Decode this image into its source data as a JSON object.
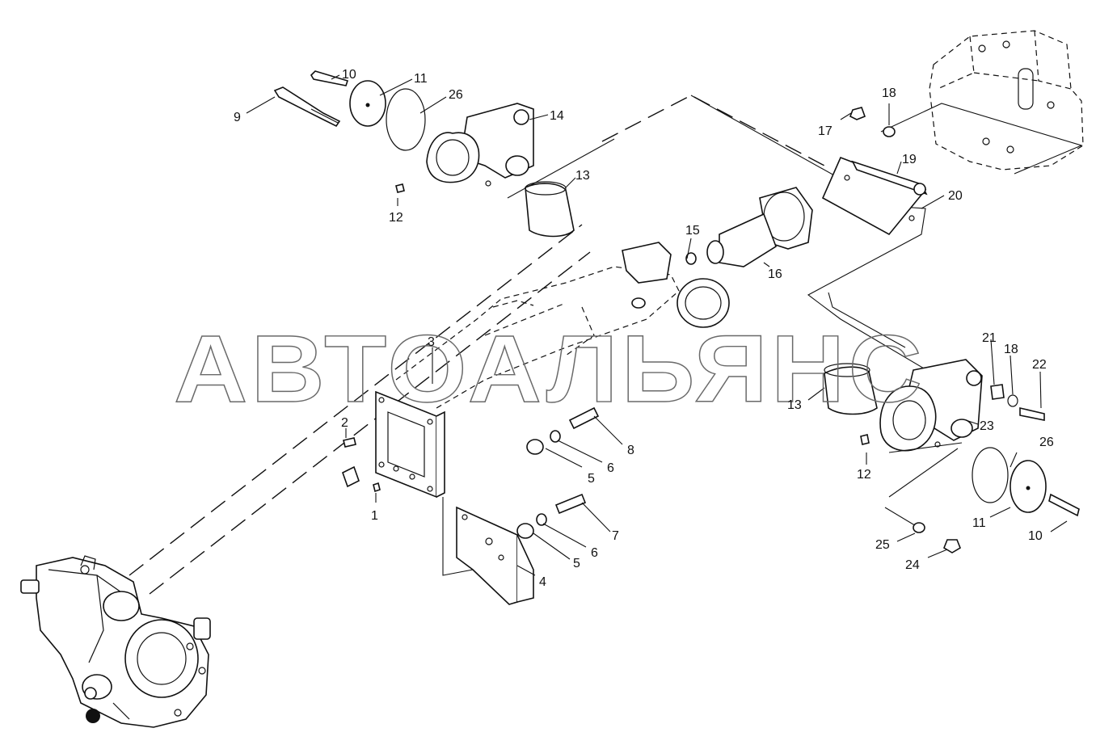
{
  "watermark": "АВТОАЛЬЯНС",
  "callouts": [
    "1",
    "2",
    "3",
    "4",
    "5",
    "5",
    "6",
    "6",
    "7",
    "8",
    "9",
    "10",
    "10",
    "11",
    "11",
    "12",
    "12",
    "13",
    "13",
    "14",
    "15",
    "16",
    "17",
    "18",
    "18",
    "19",
    "20",
    "21",
    "22",
    "23",
    "24",
    "25",
    "26",
    "26"
  ]
}
